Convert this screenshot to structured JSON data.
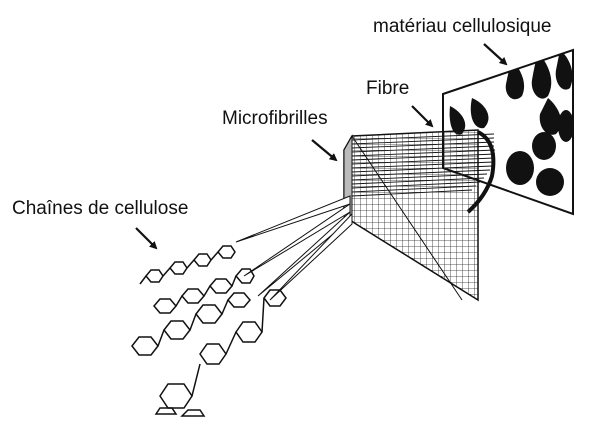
{
  "labels": {
    "material": "matériau cellulosique",
    "fibre": "Fibre",
    "microfibrils": "Microfibrilles",
    "chains": "Chaînes de cellulose"
  },
  "colors": {
    "ink": "#111111",
    "background": "#ffffff"
  }
}
